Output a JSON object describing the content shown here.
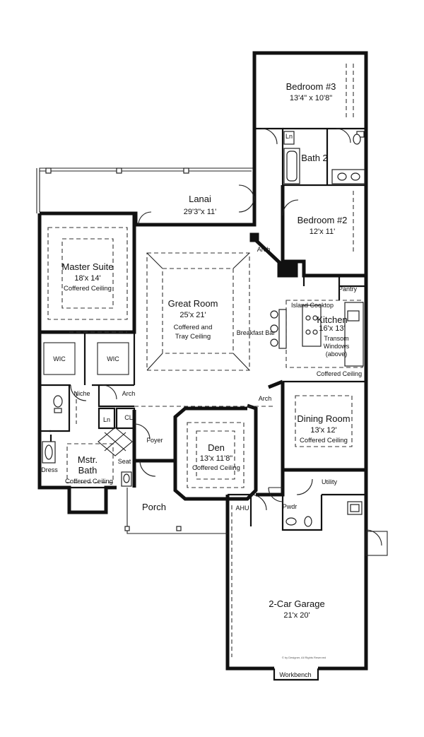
{
  "rooms": {
    "bedroom3": {
      "name": "Bedroom #3",
      "dim": "13'4\" x 10'8\""
    },
    "bath2": {
      "name": "Bath 2"
    },
    "lanai": {
      "name": "Lanai",
      "dim": "29'3\"x 11'"
    },
    "bedroom2": {
      "name": "Bedroom #2",
      "dim": "12'x 11'"
    },
    "master_suite": {
      "name": "Master Suite",
      "dim": "18'x 14'",
      "note": "Coffered Ceiling"
    },
    "great_room": {
      "name": "Great Room",
      "dim": "25'x 21'",
      "note1": "Coffered and",
      "note2": "Tray Ceiling"
    },
    "kitchen": {
      "name": "Kitchen",
      "dim": "16'x 13'"
    },
    "dining_room": {
      "name": "Dining Room",
      "dim": "13'x 12'",
      "note": "Coffered Ceiling"
    },
    "den": {
      "name": "Den",
      "dim": "13'x 11'8\"",
      "note": "Coffered Ceiling"
    },
    "mstr_bath": {
      "name1": "Mstr.",
      "name2": "Bath",
      "note": "Coffered Ceiling"
    },
    "garage": {
      "name": "2-Car Garage",
      "dim": "21'x 20'"
    }
  },
  "labels": {
    "arch_lanai": "Arch",
    "arch_hall": "Arch",
    "arch_dining": "Arch",
    "pantry": "Pantry",
    "island_cooktop": "Island Cooktop",
    "breakfast_bar": "Breakfast Bar",
    "transom1": "Transom",
    "transom2": "Windows",
    "transom3": "(above)",
    "coffered_kitchen": "Coffered Ceiling",
    "wic_left": "WIC",
    "wic_right": "WIC",
    "niche": "Niche",
    "ln_bath2": "Ln",
    "ln_hall": "Ln",
    "cl": "CL",
    "foyer": "Foyer",
    "seat": "Seat",
    "dress": "Dress",
    "utility": "Utility",
    "ahu": "AHU",
    "pwdr": "Pwdr",
    "porch": "Porch",
    "workbench": "Workbench",
    "copyright": "© by Designer, All Rights Reserved"
  }
}
